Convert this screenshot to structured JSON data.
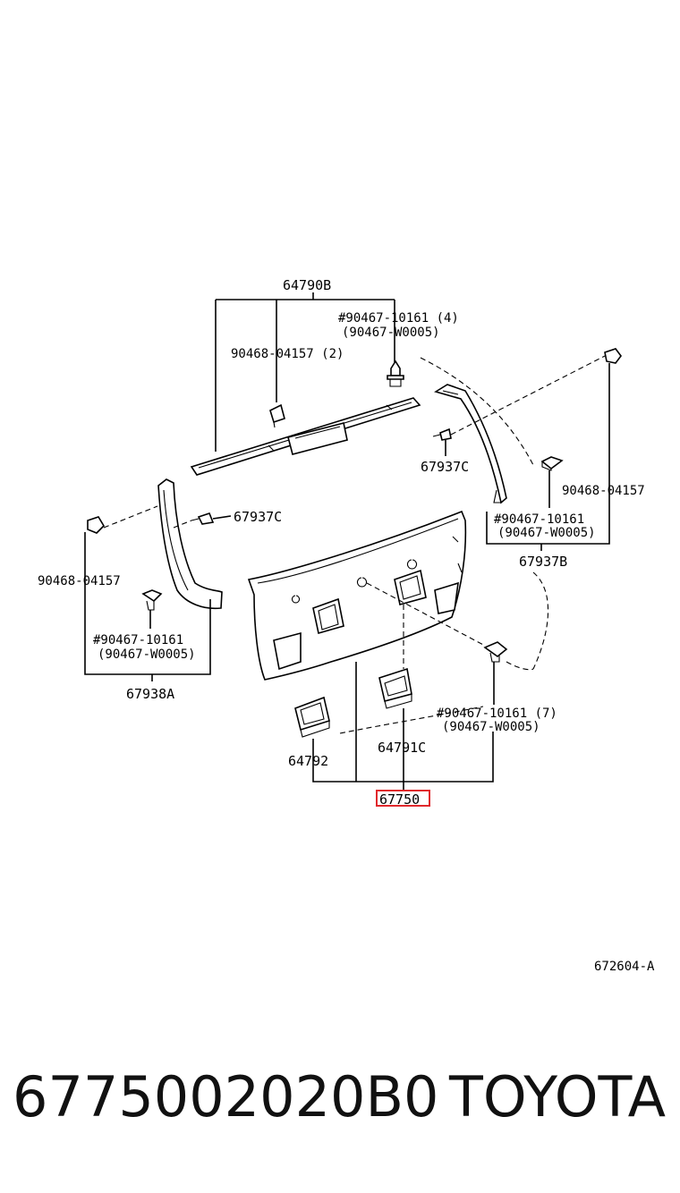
{
  "labels": {
    "l_64790B": "64790B",
    "l_90467_top_1": "#90467-10161 (4)",
    "l_90467_top_2": "(90467-W0005)",
    "l_90468_top": "90468-04157 (2)",
    "l_67937C_right": "67937C",
    "l_90468_right": "90468-04157",
    "l_90467_right_1": "#90467-10161",
    "l_90467_right_2": "(90467-W0005)",
    "l_67937B": "67937B",
    "l_67937C_left": "67937C",
    "l_90468_left": "90468-04157",
    "l_90467_left_1": "#90467-10161",
    "l_90467_left_2": "(90467-W0005)",
    "l_67938A": "67938A",
    "l_90467_bottom_1": "#90467-10161 (7)",
    "l_90467_bottom_2": "(90467-W0005)",
    "l_64792": "64792",
    "l_64791C": "64791C",
    "l_67750": "67750",
    "l_672604A": "672604-A"
  },
  "highlight_color": "#e0282c",
  "footer": {
    "part_number": "6775002020B0",
    "brand": "TOYOTA"
  }
}
